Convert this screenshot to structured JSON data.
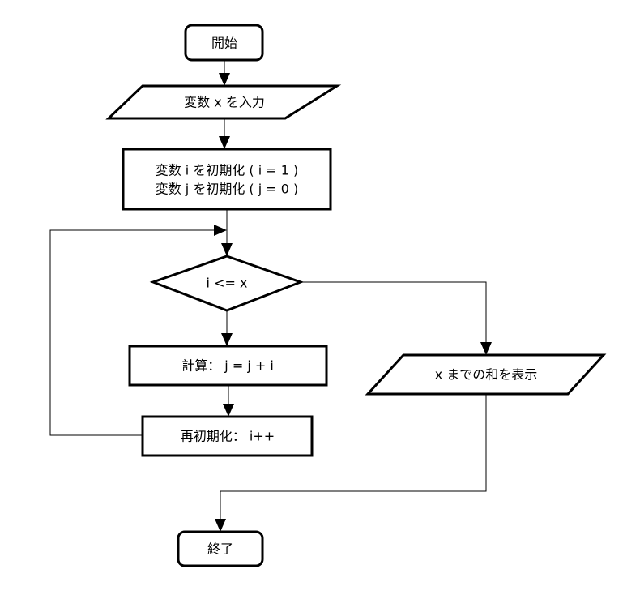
{
  "nodes": {
    "start": "開始",
    "input": "変数 x を入力",
    "init_i": "変数 i を初期化 ( i = 1 )",
    "init_j": "変数 j を初期化 ( j = 0 )",
    "condition": "i <= x",
    "compute": "計算： j = j + i",
    "reinit": "再初期化： i++",
    "output": "x までの和を表示",
    "end": "終了"
  }
}
